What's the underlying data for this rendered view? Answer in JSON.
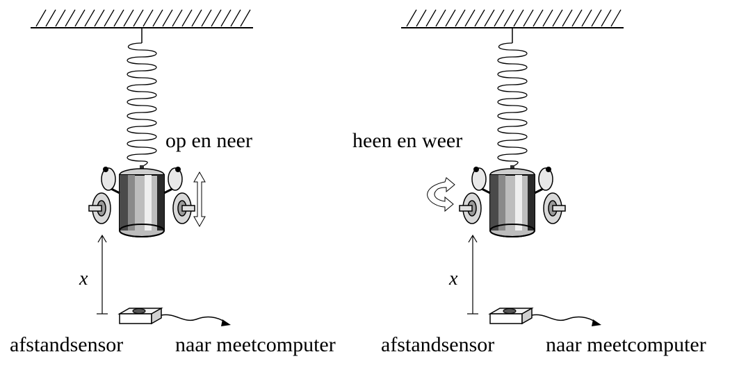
{
  "panels": [
    {
      "motion_label": "op en neer",
      "variable": "x",
      "sensor_label": "afstandsensor",
      "computer_label": "naar meetcomputer"
    },
    {
      "motion_label": "heen en weer",
      "variable": "x",
      "sensor_label": "afstandsensor",
      "computer_label": "naar meetcomputer"
    }
  ]
}
